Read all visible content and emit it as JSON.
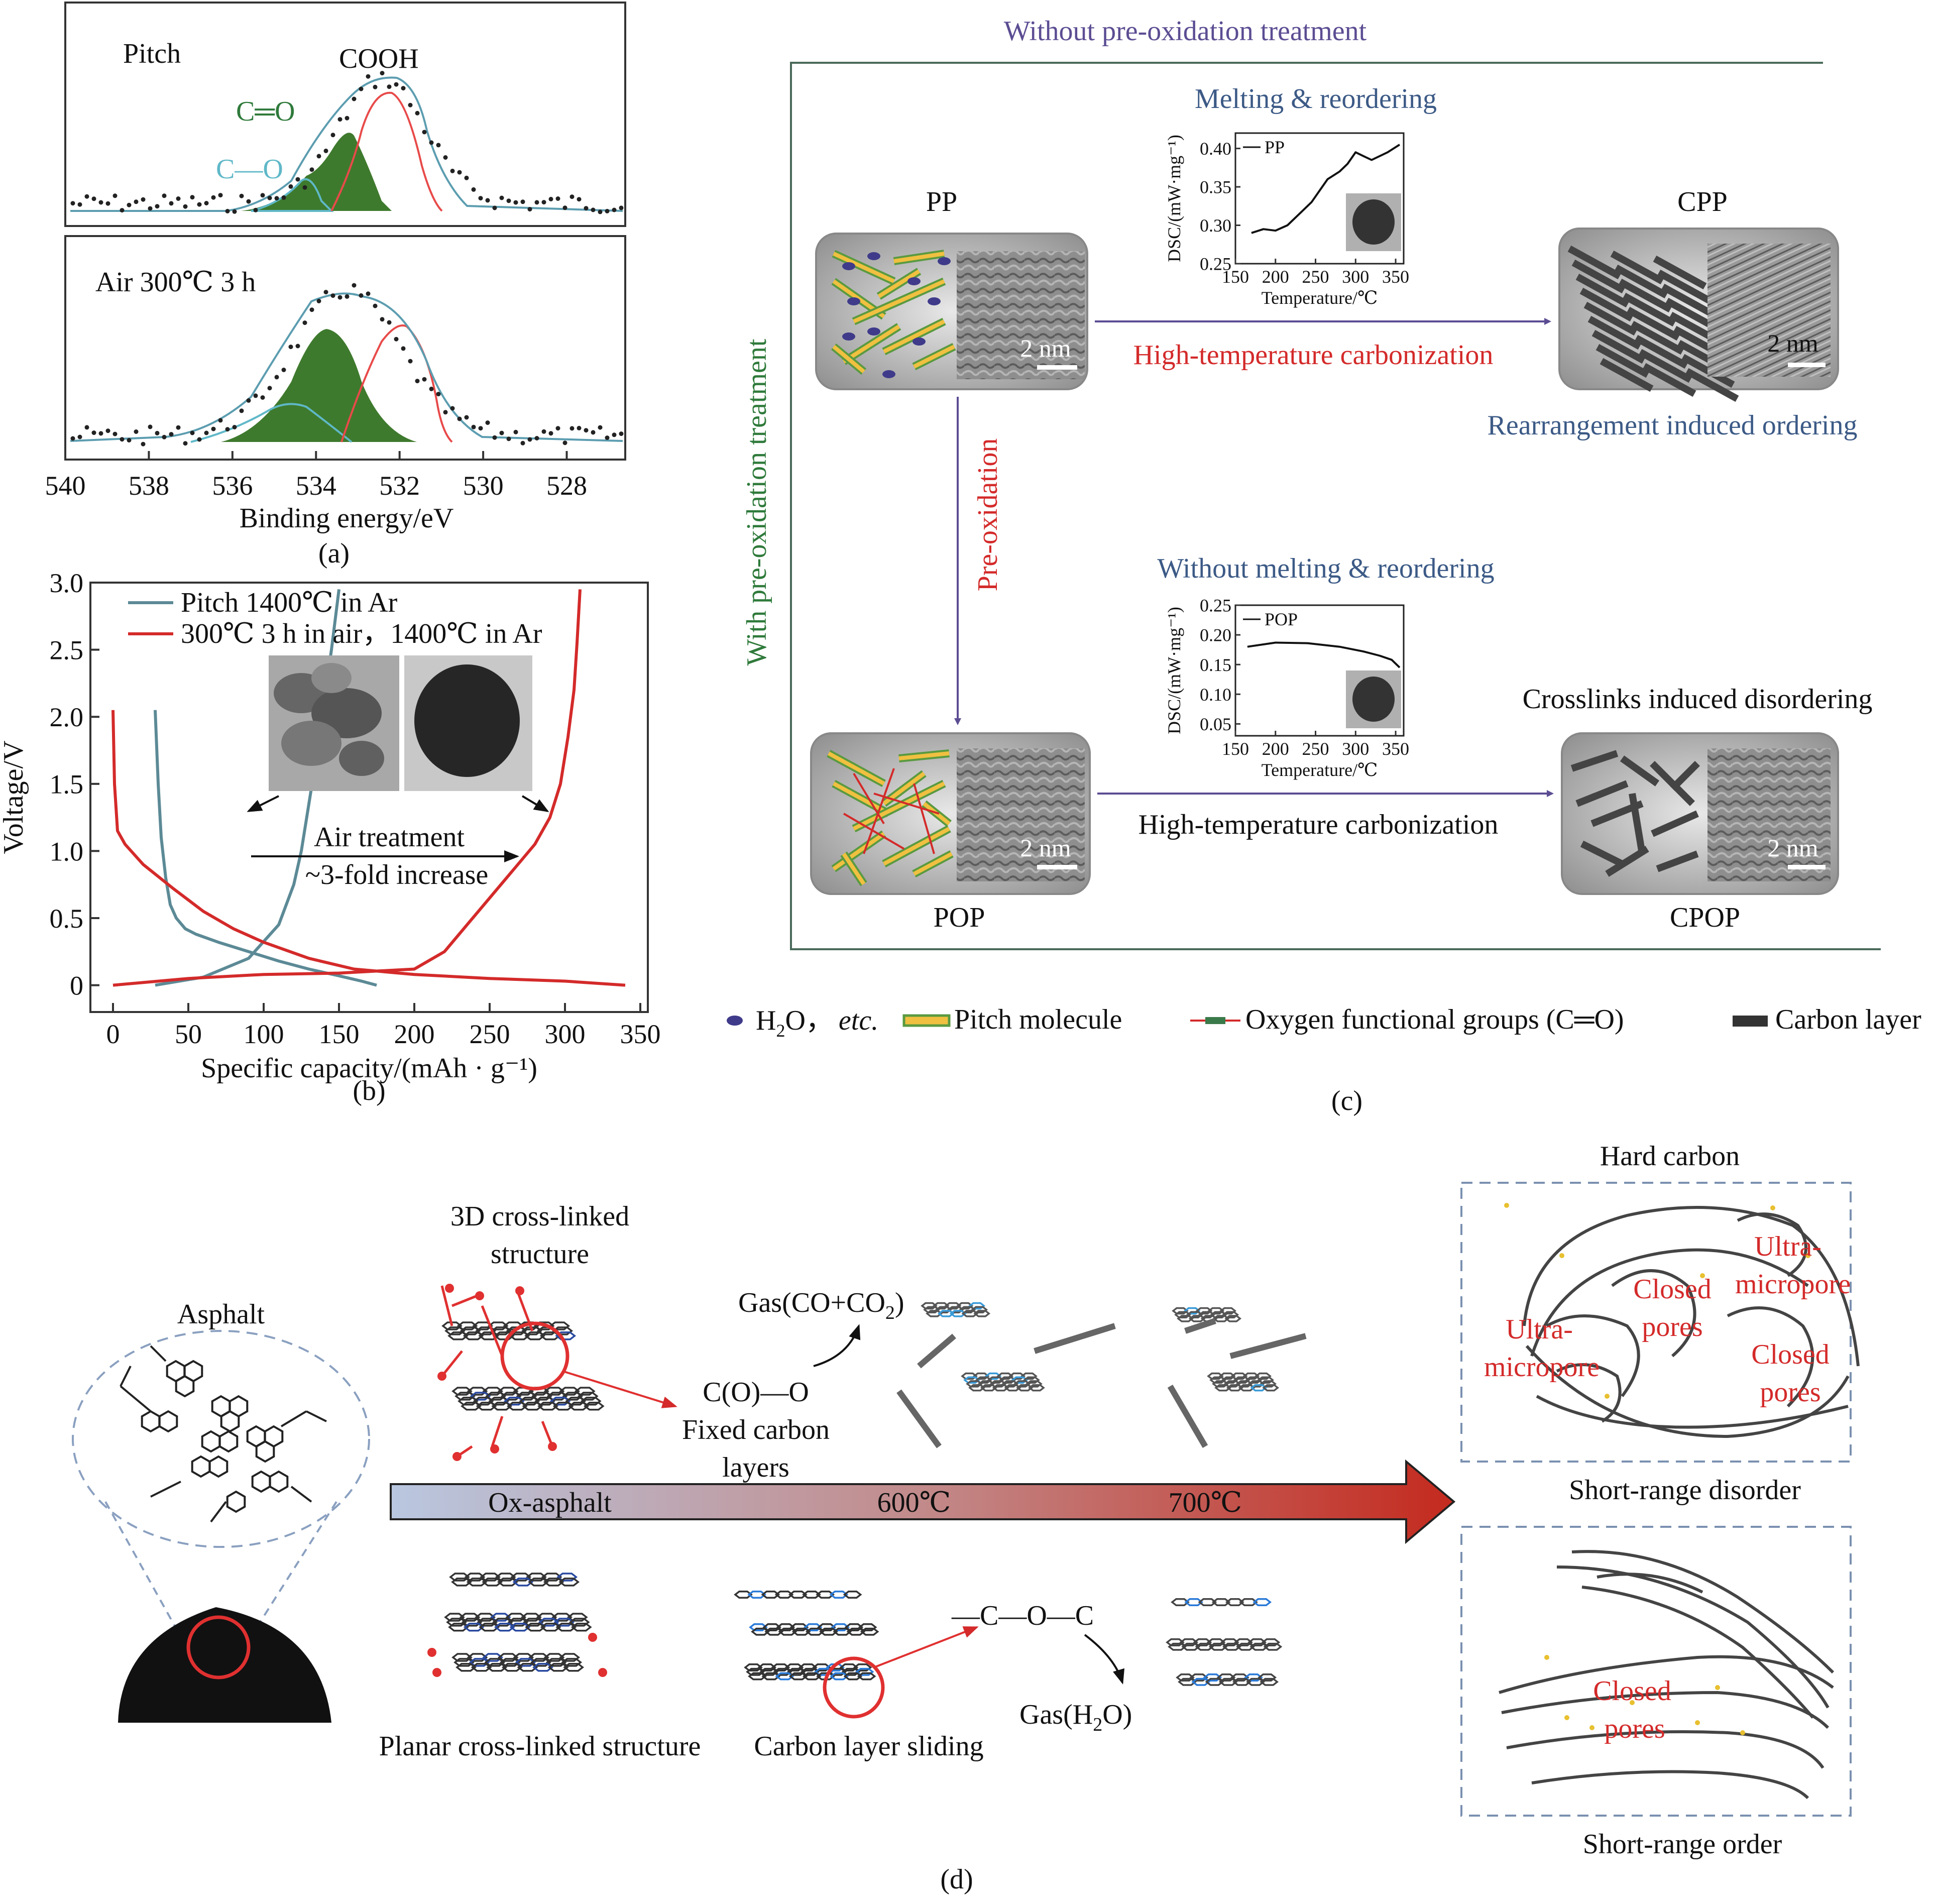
{
  "panel_a": {
    "top_label": "Pitch",
    "bottom_label": "Air 300℃ 3 h",
    "peak_cooh": "COOH",
    "peak_co_double": "C═O",
    "peak_co_single": "C—O",
    "xlabel": "Binding energy/eV",
    "xticks": [
      "540",
      "538",
      "536",
      "534",
      "532",
      "530",
      "528"
    ],
    "caption": "(a)"
  },
  "chart_data": [
    {
      "type": "line",
      "xlabel": "Specific capacity/(mAh · g⁻¹)",
      "ylabel": "Voltage/V",
      "xlim": [
        -15,
        355
      ],
      "ylim": [
        -0.2,
        3.0
      ],
      "xticks": [
        0,
        50,
        100,
        150,
        200,
        250,
        300,
        350
      ],
      "yticks": [
        0,
        0.5,
        1.0,
        1.5,
        2.0,
        2.5,
        3.0
      ],
      "ytick_labels": [
        "0",
        "0.5",
        "1.0",
        "1.5",
        "2.0",
        "2.5",
        "3.0"
      ],
      "legend_position": "top-left",
      "series": [
        {
          "name": "Pitch 1400℃ in Ar",
          "color": "#5c8a96",
          "x": [
            28,
            30,
            32,
            35,
            38,
            42,
            48,
            55,
            70,
            90,
            110,
            130,
            150,
            165,
            175
          ],
          "y": [
            2.05,
            1.5,
            1.1,
            0.8,
            0.6,
            0.5,
            0.42,
            0.38,
            0.32,
            0.25,
            0.18,
            0.12,
            0.07,
            0.03,
            0.0
          ]
        },
        {
          "name": "",
          "color": "#5c8a96",
          "x": [
            28,
            60,
            90,
            110,
            120,
            125,
            130,
            135,
            140,
            145,
            150
          ],
          "y": [
            0.0,
            0.06,
            0.2,
            0.45,
            0.75,
            1.0,
            1.35,
            1.7,
            2.1,
            2.5,
            2.95
          ]
        },
        {
          "name": "300℃ 3 h in air，1400℃ in Ar",
          "color": "#d42a2a",
          "x": [
            0,
            1,
            3,
            8,
            20,
            40,
            60,
            80,
            100,
            130,
            160,
            200,
            250,
            300,
            340
          ],
          "y": [
            2.05,
            1.5,
            1.15,
            1.05,
            0.9,
            0.72,
            0.55,
            0.42,
            0.32,
            0.2,
            0.12,
            0.08,
            0.05,
            0.03,
            0.0
          ]
        },
        {
          "name": "",
          "color": "#d42a2a",
          "x": [
            0,
            50,
            100,
            150,
            200,
            220,
            235,
            250,
            265,
            280,
            290,
            297,
            302,
            306,
            308,
            310
          ],
          "y": [
            0.0,
            0.05,
            0.08,
            0.09,
            0.12,
            0.25,
            0.45,
            0.65,
            0.85,
            1.05,
            1.25,
            1.5,
            1.85,
            2.2,
            2.55,
            2.95
          ]
        }
      ]
    },
    {
      "type": "line",
      "xlabel": "Temperature/℃",
      "ylabel": "DSC/(mW·mg⁻¹)",
      "xlim": [
        150,
        360
      ],
      "ylim": [
        0.25,
        0.42
      ],
      "xticks": [
        150,
        200,
        250,
        300,
        350
      ],
      "yticks": [
        0.25,
        0.3,
        0.35,
        0.4
      ],
      "ytick_labels": [
        "0.25",
        "0.30",
        "0.35",
        "0.40"
      ],
      "series": [
        {
          "name": "PP",
          "color": "#111111",
          "x": [
            170,
            185,
            200,
            215,
            230,
            245,
            255,
            265,
            280,
            290,
            300,
            310,
            320,
            340,
            355
          ],
          "y": [
            0.29,
            0.295,
            0.293,
            0.3,
            0.315,
            0.33,
            0.345,
            0.36,
            0.37,
            0.38,
            0.395,
            0.39,
            0.385,
            0.395,
            0.405
          ]
        }
      ]
    },
    {
      "type": "line",
      "xlabel": "Temperature/℃",
      "ylabel": "DSC/(mW·mg⁻¹)",
      "xlim": [
        150,
        360
      ],
      "ylim": [
        0.03,
        0.25
      ],
      "xticks": [
        150,
        200,
        250,
        300,
        350
      ],
      "yticks": [
        0.05,
        0.1,
        0.15,
        0.2,
        0.25
      ],
      "ytick_labels": [
        "0.05",
        "0.10",
        "0.15",
        "0.20",
        "0.25"
      ],
      "series": [
        {
          "name": "POP",
          "color": "#111111",
          "x": [
            165,
            200,
            240,
            280,
            310,
            330,
            345,
            355
          ],
          "y": [
            0.18,
            0.187,
            0.186,
            0.18,
            0.172,
            0.165,
            0.158,
            0.145
          ]
        }
      ]
    }
  ],
  "panel_b": {
    "caption": "(b)",
    "annotation_line1": "Air treatment",
    "annotation_line2": "~3-fold increase"
  },
  "panel_c": {
    "top_title": "Without pre-oxidation treatment",
    "side_title": "With pre-oxidation treatment",
    "melting_title": "Melting & reordering",
    "no_melting_title": "Without melting & reordering",
    "pp_label": "PP",
    "cpp_label": "CPP",
    "pop_label": "POP",
    "cpop_label": "CPOP",
    "scale_text": "2 nm",
    "arrow_top": "High-temperature carbonization",
    "arrow_bottom": "High-temperature carbonization",
    "pre_oxidation": "Pre-oxidation",
    "rearrangement": "Rearrangement induced ordering",
    "crosslinks": "Crosslinks induced disordering",
    "legend": {
      "h2o_main": "H",
      "h2o_sub": "2",
      "h2o_rest": "O，",
      "h2o_etc": "etc.",
      "pitch_molecule": "Pitch molecule",
      "oxygen_groups": "Oxygen functional groups (C═O)",
      "carbon_layer": "Carbon layer"
    },
    "caption": "(c)"
  },
  "panel_d": {
    "asphalt": "Asphalt",
    "cross3d_line1": "3D cross-linked",
    "cross3d_line2": "structure",
    "gas_co": "Gas(CO+CO",
    "gas_co_sub": "2",
    "gas_co_end": ")",
    "co_o": "C(O)—O",
    "fixed_line1": "Fixed carbon",
    "fixed_line2": "layers",
    "arrow_ox": "Ox-asphalt",
    "arrow_600": "600℃",
    "arrow_700": "700℃",
    "planar": "Planar cross-linked structure",
    "sliding": "Carbon layer sliding",
    "coc": "—C—O—C",
    "gas_h2o": "Gas(H",
    "gas_h2o_sub": "2",
    "gas_h2o_end": "O)",
    "hard_carbon": "Hard carbon",
    "ultra1_line1": "Ultra-",
    "ultra1_line2": "micropore",
    "ultra2_line1": "Ultra-",
    "ultra2_line2": "micropore",
    "closed1_line1": "Closed",
    "closed1_line2": "pores",
    "closed2_line1": "Closed",
    "closed2_line2": "pores",
    "closed3_line1": "Closed",
    "closed3_line2": "pores",
    "short_disorder": "Short-range disorder",
    "short_order": "Short-range order",
    "caption": "(d)"
  }
}
